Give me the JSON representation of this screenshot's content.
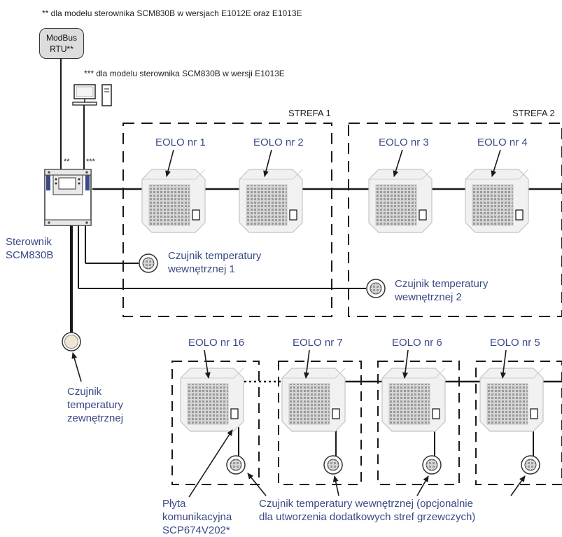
{
  "notes": {
    "note_double": "** dla modelu sterownika SCM830B w wersjach E1012E oraz E1013E",
    "note_triple": "*** dla modelu sterownika SCM830B w wersji E1013E",
    "mark_double": "**",
    "mark_triple": "***"
  },
  "modbus": {
    "line1": "ModBus",
    "line2": "RTU**"
  },
  "zones": {
    "zone1": "STREFA 1",
    "zone2": "STREFA 2"
  },
  "units": {
    "eolo1": "EOLO nr 1",
    "eolo2": "EOLO nr 2",
    "eolo3": "EOLO nr 3",
    "eolo4": "EOLO nr 4",
    "eolo16": "EOLO nr 16",
    "eolo7": "EOLO nr 7",
    "eolo6": "EOLO nr 6",
    "eolo5": "EOLO nr 5"
  },
  "controller": {
    "line1": "Sterownik",
    "line2": "SCM830B"
  },
  "sensors": {
    "internal1_line1": "Czujnik temperatury",
    "internal1_line2": "wewnętrznej 1",
    "internal2_line1": "Czujnik temperatury",
    "internal2_line2": "wewnętrznej 2",
    "external_line1": "Czujnik",
    "external_line2": "temperatury",
    "external_line3": "zewnętrznej",
    "optional_line1": "Czujnik temperatury wewnętrznej (opcjonalnie",
    "optional_line2": "dla utworzenia dodatkowych stref grzewczych)"
  },
  "board": {
    "line1": "Płyta",
    "line2": "komunikacyjna",
    "line3": "SCP674V202*"
  },
  "colors": {
    "label_blue": "#3a4a86",
    "line": "#1a1a1a",
    "unit_fill": "#f2f2f2",
    "grille": "#bdbdbd"
  }
}
